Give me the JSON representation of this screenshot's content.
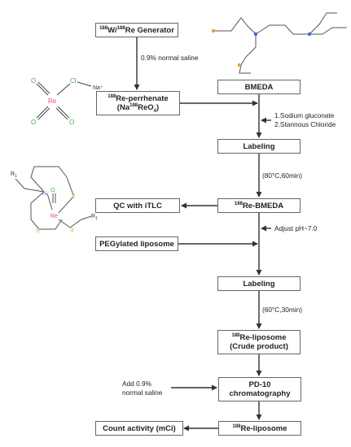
{
  "boxes": {
    "generator": {
      "sup": "188",
      "a": "W/",
      "sup2": "188",
      "b": "Re Generator"
    },
    "perrhenate": {
      "sup": "188",
      "line1": "Re-perrhenate",
      "open": "(Na",
      "sup2": "188",
      "mid": "ReO",
      "sub": "4",
      "close": ")"
    },
    "bmeda": {
      "text": "BMEDA"
    },
    "labeling1": {
      "text": "Labeling"
    },
    "re_bmeda": {
      "sup": "188",
      "text": "Re-BMEDA"
    },
    "qc": {
      "text": "QC with iTLC"
    },
    "pegylated": {
      "text": "PEGylated liposome"
    },
    "labeling2": {
      "text": "Labeling"
    },
    "re_liposome_crude": {
      "sup": "188",
      "line1": "Re-liposome",
      "line2": "(Crude product)"
    },
    "pd10": {
      "line1": "PD-10",
      "line2": "chromatography"
    },
    "count": {
      "text": "Count activity (mCi)"
    },
    "re_liposome": {
      "sup": "188",
      "text": "Re-liposome"
    }
  },
  "labels": {
    "saline": "0.9% normal saline",
    "gluconate": "1.Sodium gluconate",
    "stannous": "2.Stannous Chloride",
    "cond1": "(80°C,60min)",
    "ph": "Adjust pH~7.0",
    "cond2": "(60°C,30min)",
    "add1": "Add 0.9%",
    "add2": "normal saline"
  },
  "molecules": {
    "perrhenate": {
      "center": "Re",
      "ligand": "O",
      "chloride": "Cl",
      "cation": "Na⁺"
    },
    "complex": {
      "center": "Re",
      "oxo": "O",
      "nitrogen": "N",
      "sulfur": "S",
      "r": "R",
      "r_sub": "1"
    }
  },
  "colors": {
    "rhenium": "#e8459a",
    "oxygen": "#3db53d",
    "sulfur": "#e6a13a",
    "nitrogen": "#3a6fd6",
    "bond": "#444444"
  }
}
